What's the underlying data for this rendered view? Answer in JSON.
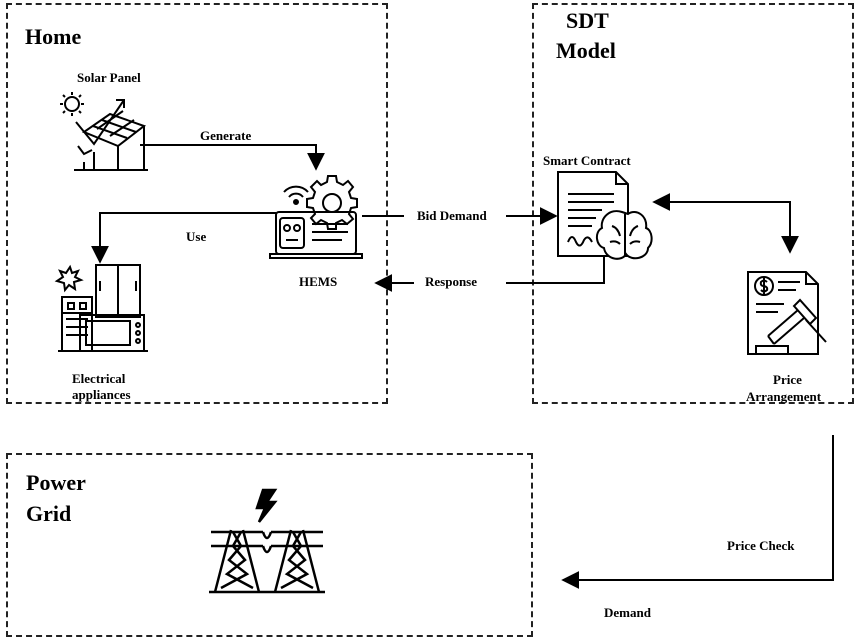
{
  "home": {
    "title": "Home"
  },
  "sdt": {
    "title_line1": "SDT",
    "title_line2": "Model"
  },
  "grid": {
    "title_line1": "Power",
    "title_line2": "Grid"
  },
  "nodes": {
    "solar": "Solar Panel",
    "appliances_line1": "Electrical",
    "appliances_line2": "appliances",
    "hems": "HEMS",
    "contract": "Smart Contract",
    "price_line1": "Price",
    "price_line2": "Arrangement"
  },
  "edges": {
    "generate": "Generate",
    "use": "Use",
    "bid": "Bid Demand",
    "response": "Response",
    "price_check": "Price Check",
    "demand": "Demand"
  },
  "icons": [
    "solar-panel-icon",
    "appliances-icon",
    "hems-icon",
    "smart-contract-icon",
    "price-arrangement-icon",
    "power-tower-icon"
  ]
}
